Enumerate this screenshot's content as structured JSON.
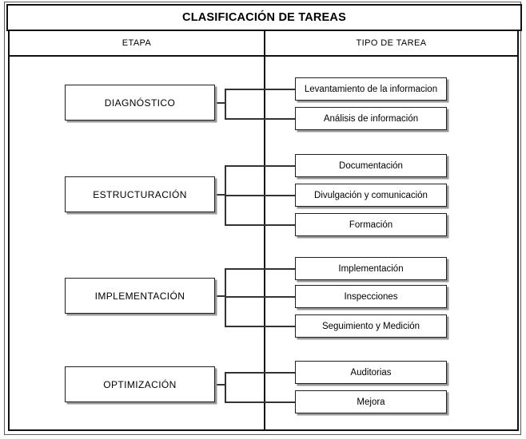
{
  "title": "CLASIFICACIÓN DE TAREAS",
  "columns": {
    "etapa": "ETAPA",
    "tipo": "TIPO DE TAREA"
  },
  "groups": [
    {
      "stage": "DIAGNÓSTICO",
      "tasks": [
        "Levantamiento de la informacion",
        "Análisis de información"
      ]
    },
    {
      "stage": "ESTRUCTURACIÓN",
      "tasks": [
        "Documentación",
        "Divulgación y comunicación",
        "Formación"
      ]
    },
    {
      "stage": "IMPLEMENTACIÓN",
      "tasks": [
        "Implementación",
        "Inspecciones",
        "Seguimiento y Medición"
      ]
    },
    {
      "stage": "OPTIMIZACIÓN",
      "tasks": [
        "Auditorias",
        "Mejora"
      ]
    }
  ],
  "colors": {
    "line": "#111111",
    "connector": "#333333",
    "box_shadow": "#989898",
    "background": "#ffffff",
    "text": "#000000"
  }
}
